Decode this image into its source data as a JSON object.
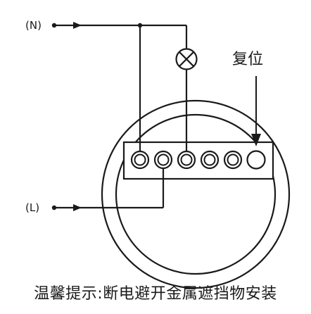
{
  "labels": {
    "neutral": "(N)",
    "live": "(L)",
    "reset": "复位"
  },
  "caption": "温馨提示:断电避开金属遮挡物安装",
  "colors": {
    "stroke": "#1a1a1a",
    "background": "#ffffff"
  },
  "icons": {
    "lamp": "lamp-icon",
    "arrow": "arrow-icon"
  },
  "switch": {
    "terminal_count": 6,
    "connected_terminals": [
      1,
      2,
      3
    ]
  }
}
